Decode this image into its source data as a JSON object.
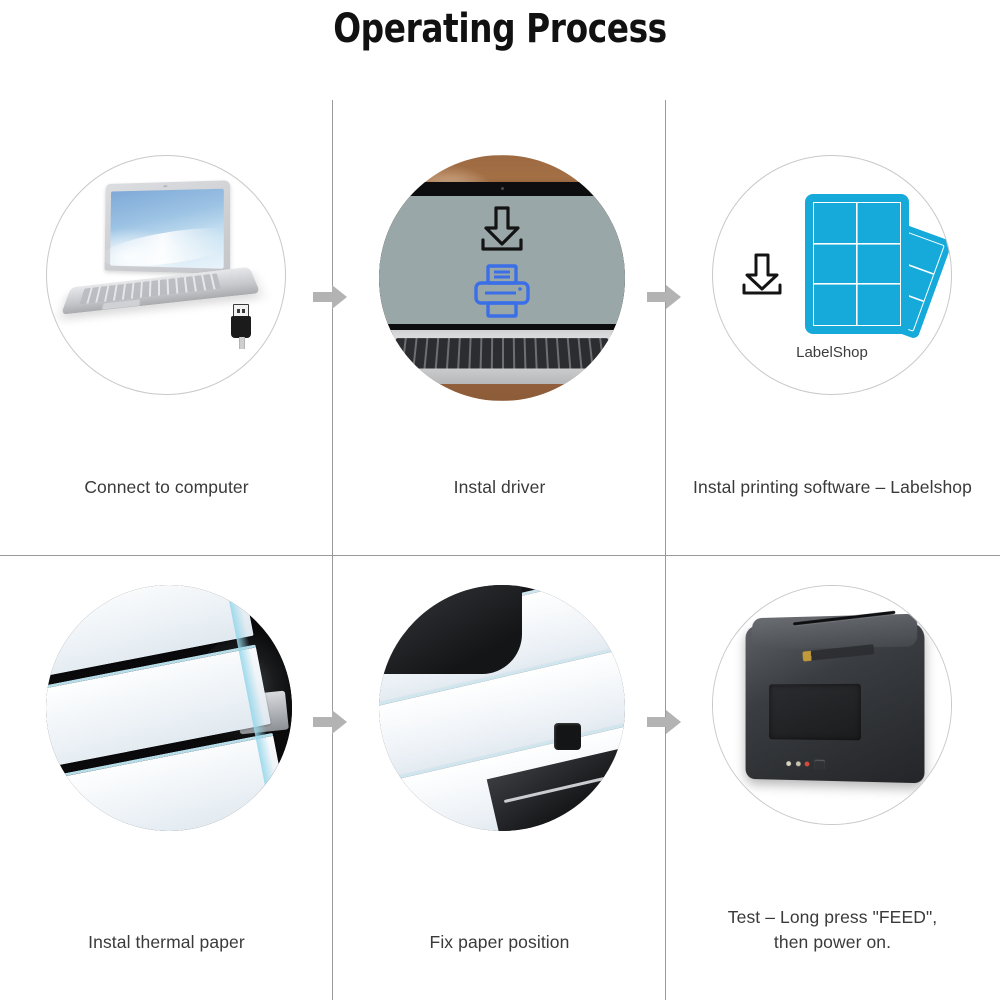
{
  "page": {
    "title": "Operating Process",
    "background_color": "#ffffff",
    "divider_color": "#9a9a9a",
    "caption_color": "#3a3a3a"
  },
  "accent_colors": {
    "label_cyan": "#16AADB",
    "printer_icon_blue": "#3b6fe8",
    "arrow_gray": "#b3b3b3",
    "screen_blue": "#9cc3e4"
  },
  "steps": [
    {
      "index": 1,
      "caption": "Connect to computer",
      "media": "laptop-with-usb-connector-illustration",
      "icons": [
        "laptop-icon",
        "usb-connector-icon"
      ]
    },
    {
      "index": 2,
      "caption": "Instal driver",
      "media": "laptop-photo-with-download-and-printer-icons",
      "icons": [
        "download-icon",
        "printer-icon"
      ]
    },
    {
      "index": 3,
      "caption": "Instal printing software – Labelshop",
      "media": "labelshop-software-icon",
      "icons": [
        "download-icon",
        "label-sheet-icon"
      ],
      "app_name": "LabelShop"
    },
    {
      "index": 4,
      "caption": "Instal thermal paper",
      "media": "thermal-label-roll-photo",
      "icons": []
    },
    {
      "index": 5,
      "caption": "Fix paper position",
      "media": "labels-in-printer-mechanism-photo",
      "icons": []
    },
    {
      "index": 6,
      "caption_line_1": "Test – Long press \"FEED\",",
      "caption_line_2": "then power on.",
      "media": "black-thermal-printer-photo",
      "icons": []
    }
  ],
  "arrows": [
    {
      "name": "arrow-step-1-to-2"
    },
    {
      "name": "arrow-step-2-to-3"
    },
    {
      "name": "arrow-step-4-to-5"
    },
    {
      "name": "arrow-step-5-to-6"
    }
  ]
}
